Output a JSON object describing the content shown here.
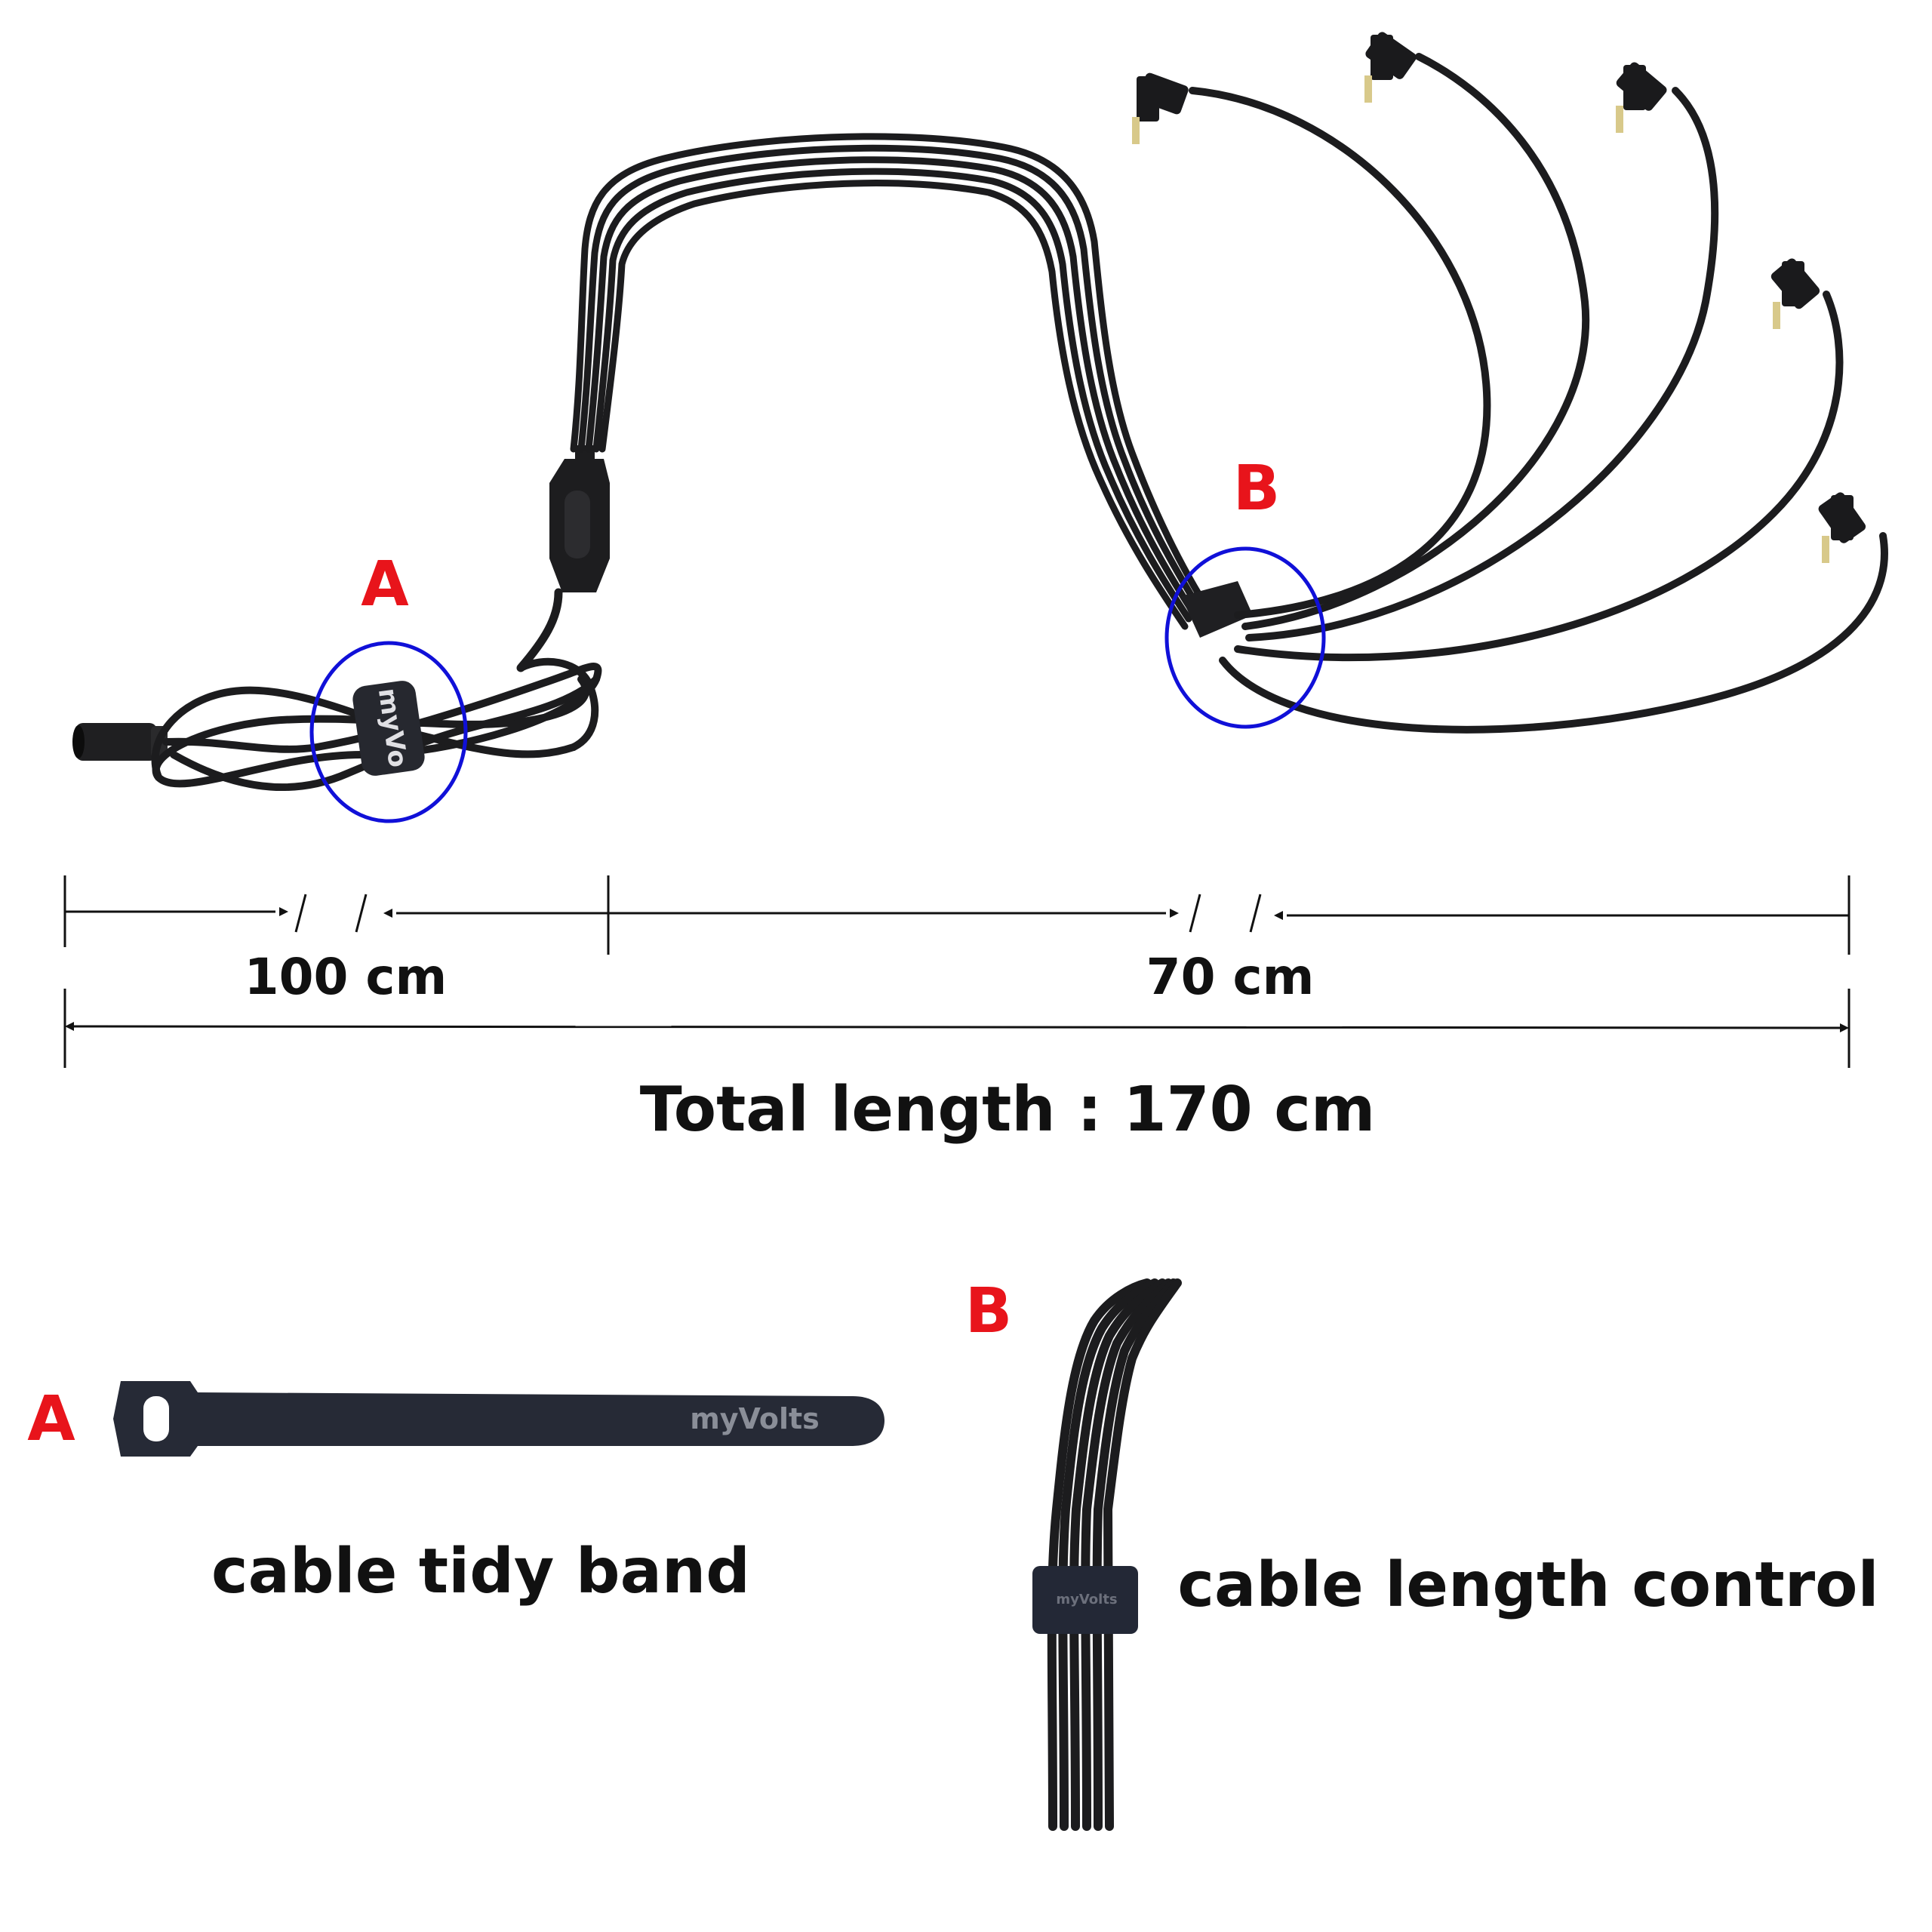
{
  "markers": {
    "a_label": "A",
    "b_label": "B"
  },
  "dimensions": {
    "left_length": "100 cm",
    "right_length": "70 cm",
    "total": "Total length : 170 cm"
  },
  "brand": "myVolts",
  "details": {
    "a_label": "A",
    "a_caption": "cable tidy band",
    "b_label": "B",
    "b_caption": "cable length control"
  },
  "colors": {
    "marker_text": "#e8141b",
    "highlight_circle": "#1010d8",
    "cable": "#1c1c1e",
    "band": "#262a36"
  }
}
